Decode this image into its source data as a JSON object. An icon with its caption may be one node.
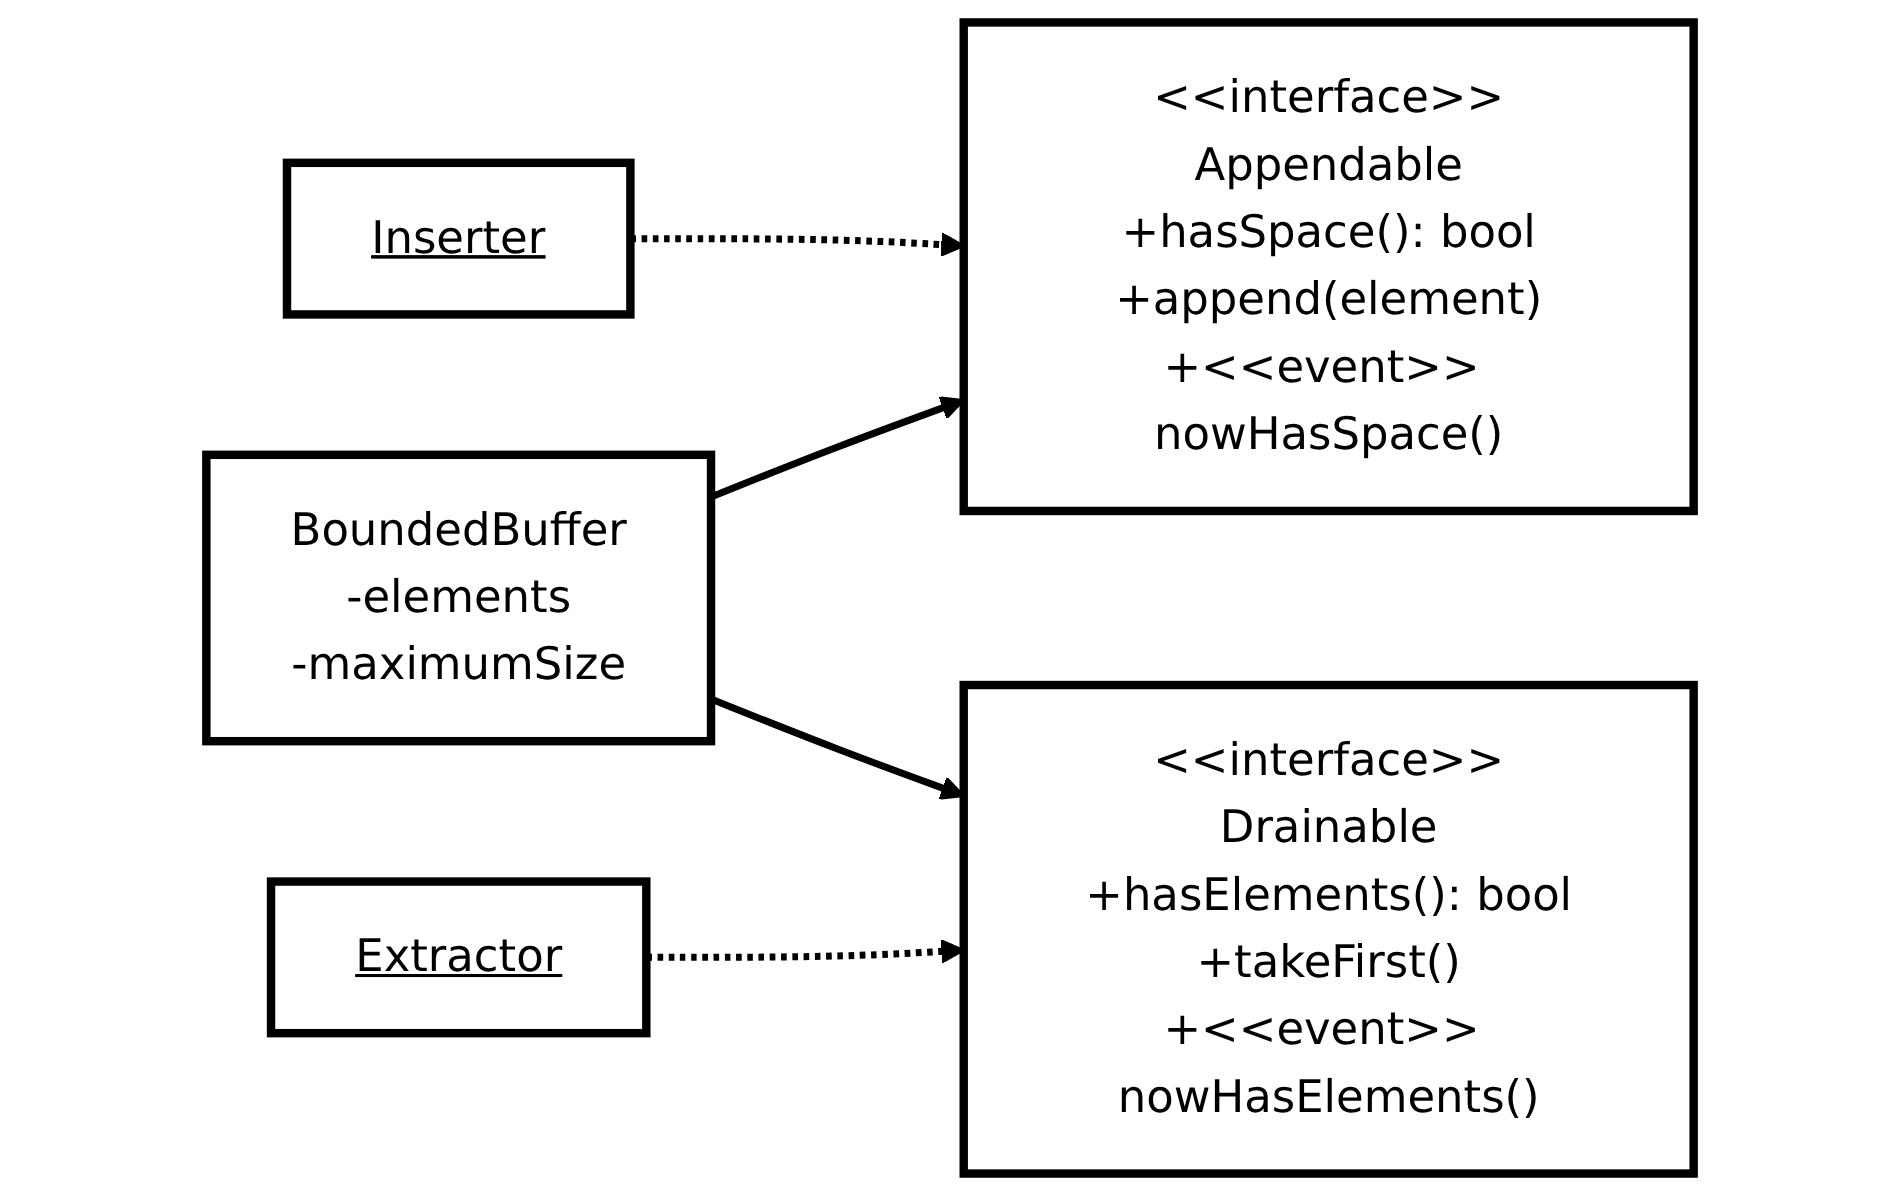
{
  "diagram": {
    "nodes": [
      {
        "text": [
          "<<interface>>",
          "Appendable",
          "+hasSpace(): bool",
          "+append(element)",
          "+<<event>> nowHasSpace()"
        ]
      },
      {
        "text": [
          "Inserter"
        ]
      },
      {
        "text": [
          "BoundedBuffer",
          "-elements",
          "-maximumSize"
        ]
      },
      {
        "text": [
          "<<interface>>",
          "Drainable",
          "+hasElements(): bool",
          "+takeFirst()",
          "+<<event>> nowHasElements()"
        ]
      },
      {
        "text": [
          "Extractor"
        ]
      }
    ],
    "edges": [
      {
        "from": 2,
        "to": 0,
        "arrow": "to"
      },
      {
        "from": 2,
        "to": 3,
        "arrow": "to"
      },
      {
        "from": 1,
        "to": 0,
        "arrow": "to",
        "style": "dashed"
      },
      {
        "from": 4,
        "to": 3,
        "arrow": "to",
        "style": "dashed"
      }
    ]
  }
}
